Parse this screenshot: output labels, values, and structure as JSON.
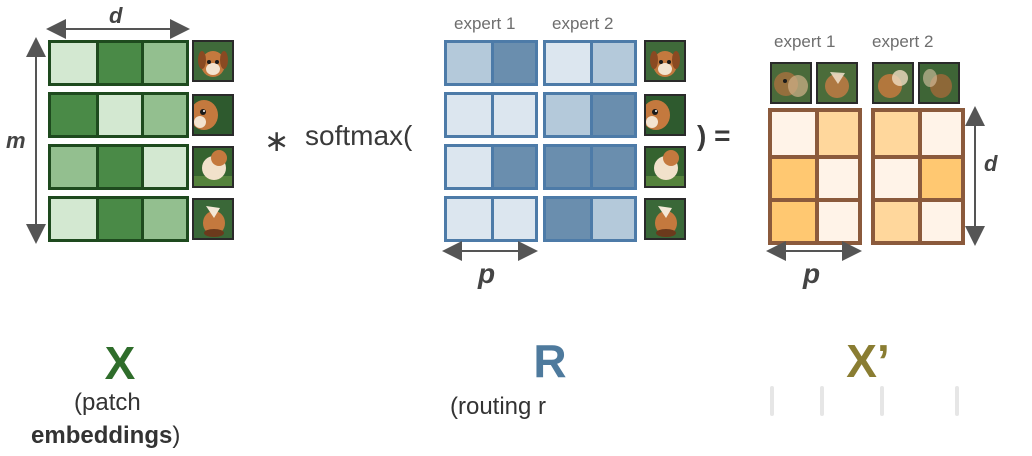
{
  "dims": {
    "d": "d",
    "m": "m",
    "p": "p"
  },
  "operators": {
    "times": "∗",
    "softmax_open": "softmax(",
    "close_equals": ") ="
  },
  "experts": [
    "expert 1",
    "expert 2"
  ],
  "labels": {
    "X": {
      "symbol": "X",
      "caption_line1": "(patch",
      "caption_line2_bold": "embeddings",
      "caption_line2_end": ")"
    },
    "R": {
      "symbol": "R",
      "caption": "(routing r"
    },
    "Xp": {
      "symbol": "X’"
    }
  },
  "colors": {
    "green_dark": "#4a8a47",
    "green_mid": "#93bf8f",
    "green_light": "#d3e8d1",
    "green_border": "#1e4a1e",
    "blue_dark": "#6a8eae",
    "blue_mid": "#b4c9da",
    "blue_light": "#dce6ef",
    "blue_border": "#4d7ba8",
    "orange_light": "#fff3e8",
    "orange_mid": "#ffd79c",
    "orange_dark": "#ffc871",
    "orange_border": "#8b5a3c",
    "label_green": "#2f6d2b",
    "label_blue": "#4e7a9d",
    "label_olive": "#8a7d32"
  },
  "matrices": {
    "X": [
      [
        "light",
        "dark",
        "mid"
      ],
      [
        "dark",
        "light",
        "mid"
      ],
      [
        "mid",
        "dark",
        "light"
      ],
      [
        "light",
        "dark",
        "mid"
      ]
    ],
    "R_expert1": [
      [
        "mid",
        "dark"
      ],
      [
        "light",
        "light"
      ],
      [
        "light",
        "dark"
      ],
      [
        "light",
        "light"
      ]
    ],
    "R_expert2": [
      [
        "light",
        "mid"
      ],
      [
        "mid",
        "dark"
      ],
      [
        "dark",
        "dark"
      ],
      [
        "dark",
        "mid"
      ]
    ],
    "Xp_expert1": [
      [
        "light",
        "mid"
      ],
      [
        "dark",
        "light"
      ],
      [
        "dark",
        "light"
      ]
    ],
    "Xp_expert2": [
      [
        "mid",
        "light"
      ],
      [
        "light",
        "dark"
      ],
      [
        "mid",
        "light"
      ]
    ]
  }
}
